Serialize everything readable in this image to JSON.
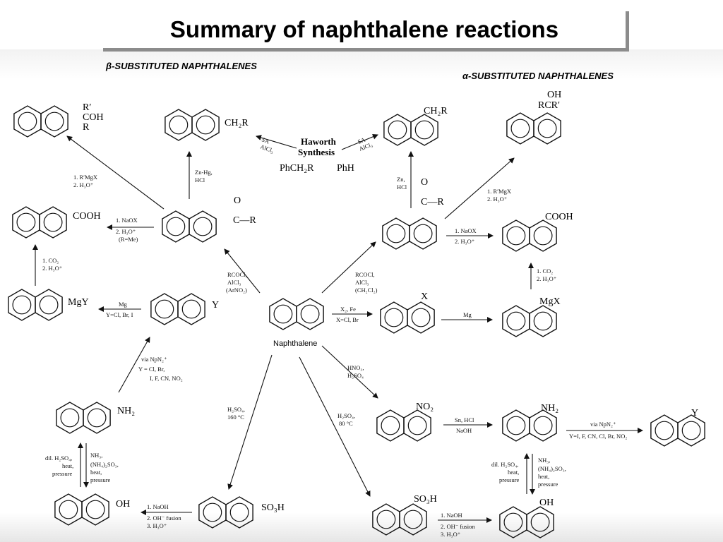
{
  "slide": {
    "title": "Summary of naphthalene reactions"
  },
  "headers": {
    "beta": "β-SUBSTITUTED NAPHTHALENES",
    "alpha": "α-SUBSTITUTED NAPHTHALENES"
  },
  "haworth": {
    "line1": "Haworth",
    "line2": "Synthesis",
    "left_reagent": "PhCH₂R",
    "right_reagent": "PhH"
  },
  "molecules": {
    "center": "Naphthalene",
    "b_carbinol": [
      "R′",
      "COH",
      "R"
    ],
    "b_ch2r": "CH₂R",
    "b_cooh": "COOH",
    "b_ketone": [
      "O",
      "C—R"
    ],
    "b_mgy": "MgY",
    "b_y": "Y",
    "b_nh2": "NH₂",
    "b_oh": "OH",
    "b_so3h": "SO₃H",
    "a_ch2r": "CH₂R",
    "a_carbinol": [
      "OH",
      "RCR′"
    ],
    "a_ketone": [
      "O",
      "C—R"
    ],
    "a_cooh": "COOH",
    "a_x": "X",
    "a_mgx": "MgX",
    "a_no2": "NO₂",
    "a_nh2": "NH₂",
    "a_y": "Y",
    "a_so3h": "SO₃H",
    "a_oh": "OH"
  },
  "conditions": {
    "b_grignard": [
      "1.  R′MgX",
      "2.  H₃O⁺"
    ],
    "b_znhg": [
      "Zn-Hg,",
      "HCl"
    ],
    "b_sa_left": [
      "SA",
      "AlCl₃"
    ],
    "sa_right": [
      "SA",
      "AlCl₃"
    ],
    "b_naox": [
      "1.  NaOX",
      "2.  H₃O⁺",
      "(R=Me)"
    ],
    "b_co2": [
      "1.  CO₂",
      "2.  H₃O⁺"
    ],
    "b_mg": [
      "Mg",
      "Y=Cl, Br, I"
    ],
    "b_acyl": [
      "RCOCl,",
      "AlCl₃",
      "(ArNO₂)"
    ],
    "a_acyl": [
      "RCOCl,",
      "AlCl₃",
      "(CH₂Cl₂)"
    ],
    "b_diazo": [
      "via NpN₂⁺",
      "Y = Cl, Br,",
      "I, F, CN, NO₂"
    ],
    "b_dil": [
      "dil. H₂SO₄,",
      "heat,",
      "pressure"
    ],
    "b_nh3": [
      "NH₃,",
      "(NH₄)₂SO₃,",
      "heat,",
      "pressure"
    ],
    "b_h2so4": [
      "H₂SO₄,",
      "160 °C"
    ],
    "b_fusion": [
      "1.  NaOH",
      "2.  OH⁻ fusion",
      "3.  H₃O⁺"
    ],
    "a_zn": [
      "Zn,",
      "HCl"
    ],
    "a_grignard": [
      "1.  R′MgX",
      "2.  H₃O⁺"
    ],
    "a_naox": [
      "1.  NaOX",
      "2.  H₃O⁺"
    ],
    "a_co2": [
      "1.  CO₂",
      "2.  H₃O⁺"
    ],
    "a_halogen": [
      "X₂, Fe",
      "X=Cl, Br"
    ],
    "a_mg": "Mg",
    "a_nitration": [
      "HNO₃,",
      "H₂SO₄"
    ],
    "a_h2so4": [
      "H₂SO₄,",
      "80 °C"
    ],
    "a_snhcl": [
      "Sn, HCl",
      "NaOH"
    ],
    "a_diazo": [
      "via NpN₂⁺",
      "Y=I, F, CN, Cl, Br, NO₂"
    ],
    "a_dil": [
      "dil. H₂SO₄,",
      "heat,",
      "pressure"
    ],
    "a_nh3": [
      "NH₃,",
      "(NH₄)₂SO₃,",
      "heat,",
      "pressure"
    ],
    "a_fusion": [
      "1.  NaOH",
      "2.  OH⁻ fusion",
      "3.  H₃O⁺"
    ]
  },
  "colors": {
    "ink": "#111111",
    "title_shadow": "#8c8c8c"
  }
}
